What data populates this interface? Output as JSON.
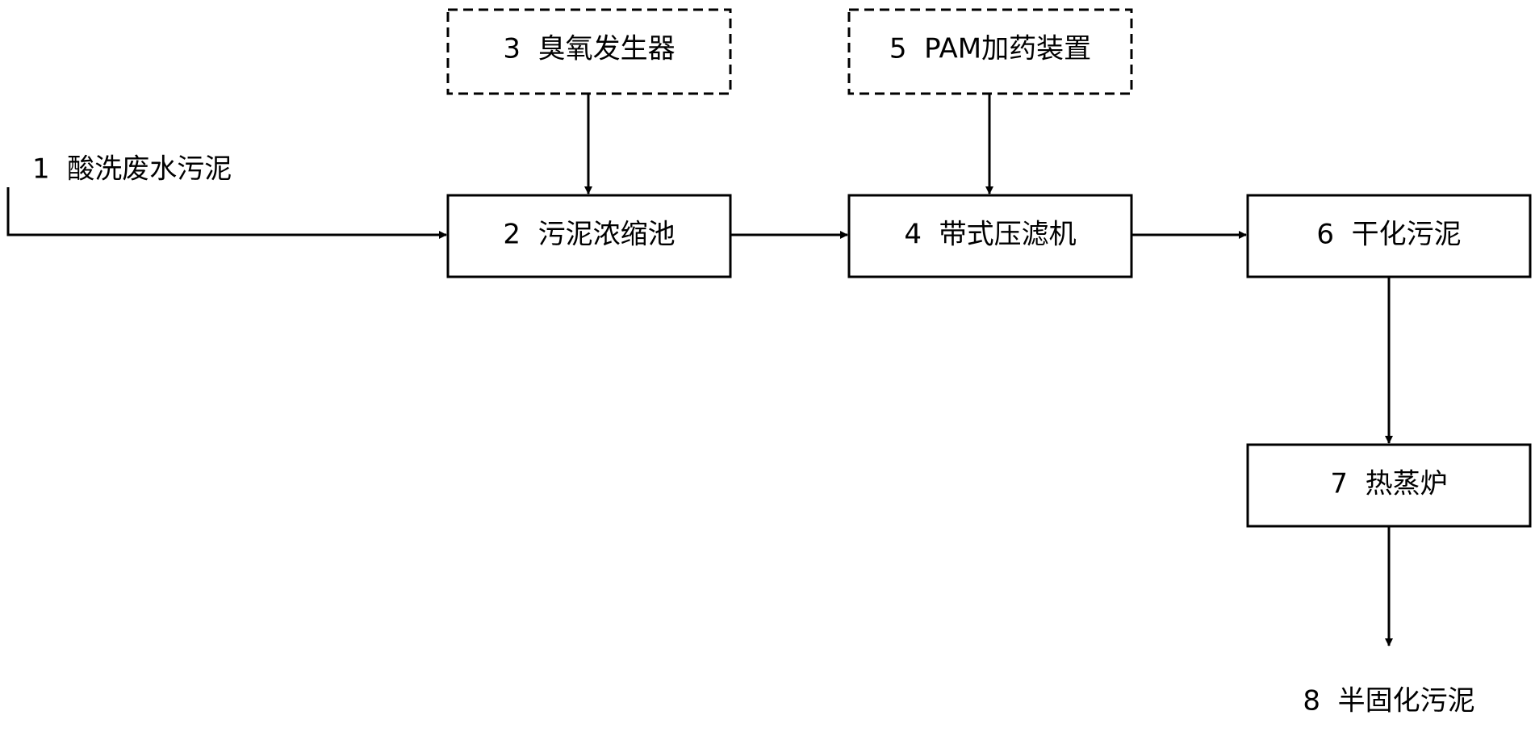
{
  "diagram": {
    "nodes": [
      {
        "id": "n1",
        "text": "1  酸洗废水污泥",
        "style": "free"
      },
      {
        "id": "n2",
        "text": "2  污泥浓缩池",
        "style": "solid"
      },
      {
        "id": "n3",
        "text": "3  臭氧发生器",
        "style": "dashed"
      },
      {
        "id": "n4",
        "text": "4  带式压滤机",
        "style": "solid"
      },
      {
        "id": "n5",
        "text": "5  PAM加药装置",
        "style": "dashed"
      },
      {
        "id": "n6",
        "text": "6  干化污泥",
        "style": "solid"
      },
      {
        "id": "n7",
        "text": "7  热蒸炉",
        "style": "solid"
      },
      {
        "id": "n8",
        "text": "8  半固化污泥",
        "style": "free"
      }
    ],
    "edges": [
      {
        "from": "n1",
        "to": "n2"
      },
      {
        "from": "n3",
        "to": "n2"
      },
      {
        "from": "n2",
        "to": "n4"
      },
      {
        "from": "n5",
        "to": "n4"
      },
      {
        "from": "n4",
        "to": "n6"
      },
      {
        "from": "n6",
        "to": "n7"
      },
      {
        "from": "n7",
        "to": "n8"
      }
    ],
    "colors": {
      "line": "#000000",
      "background": "#ffffff"
    }
  }
}
